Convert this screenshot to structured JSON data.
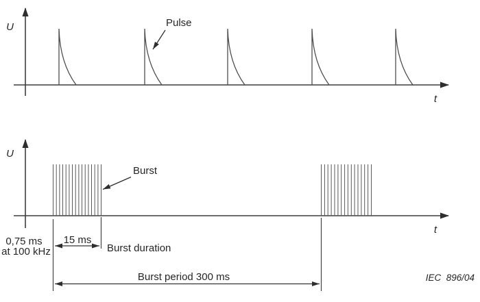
{
  "colors": {
    "background": "#ffffff",
    "line": "#3d3d3d",
    "text": "#262626"
  },
  "top_diagram": {
    "y_axis_label": "U",
    "x_axis_label": "t",
    "callout_label": "Pulse",
    "pulse_count": 5
  },
  "bottom_diagram": {
    "y_axis_label": "U",
    "x_axis_label": "t",
    "callout_label": "Burst",
    "burst_count": 2,
    "pulse_spec_line1": "0,75 ms",
    "pulse_spec_line2": "at 100 kHz",
    "burst_duration_value": "15 ms",
    "burst_duration_label": "Burst duration",
    "burst_period_label": "Burst period 300 ms"
  },
  "figure_reference": "IEC  896/04"
}
